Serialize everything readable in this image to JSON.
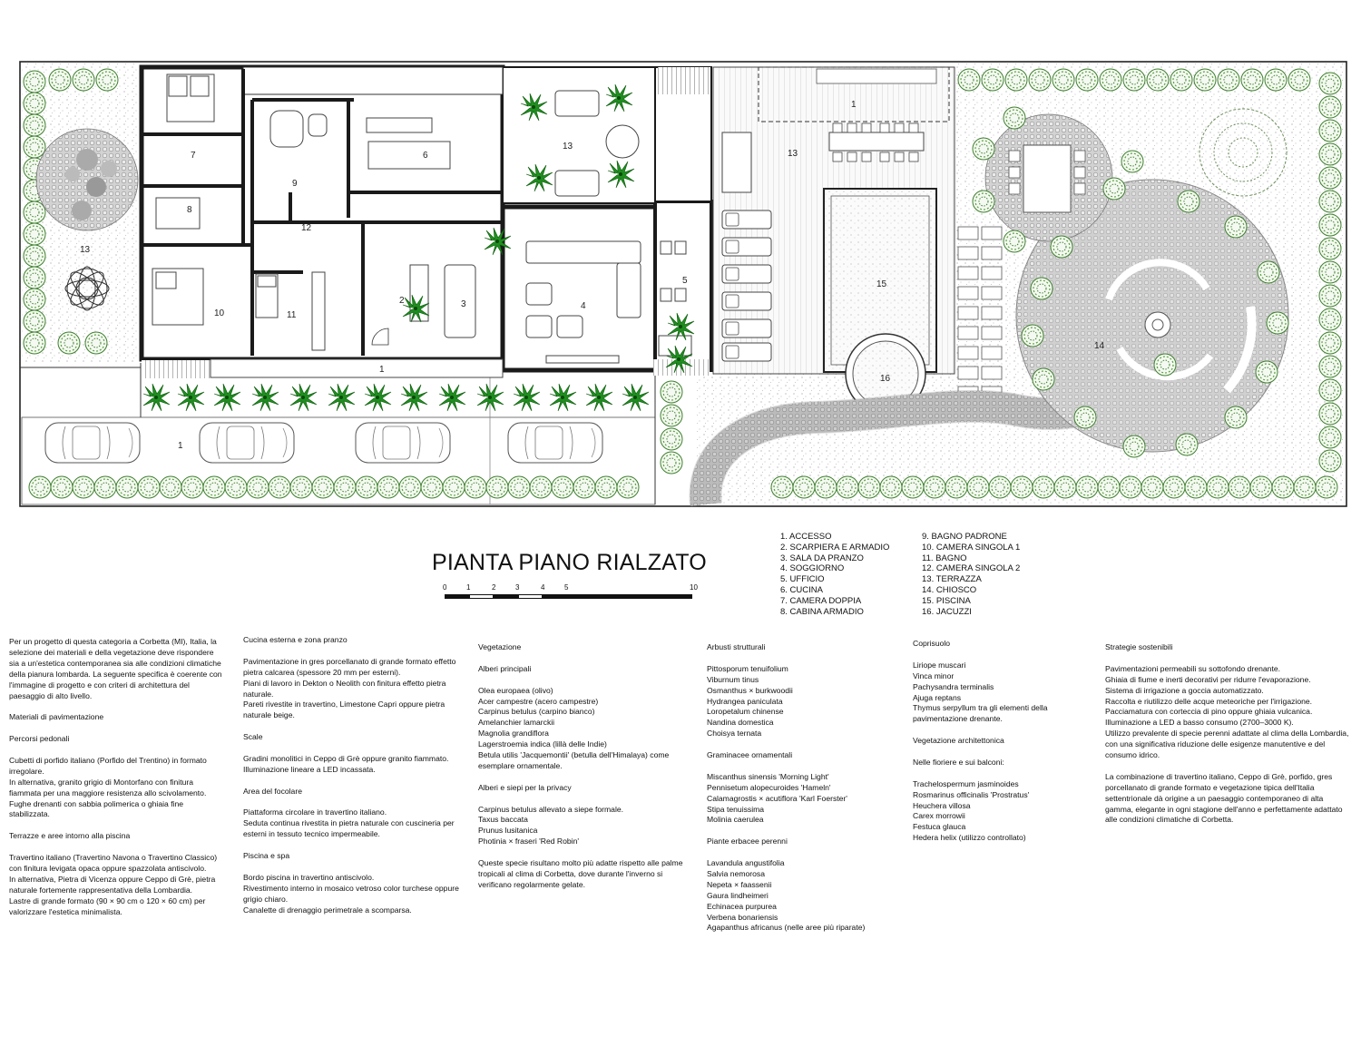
{
  "rooms": {
    "r1_top": "1",
    "r1_front": "1",
    "r1_parking": "1",
    "r2": "2",
    "r3": "3",
    "r4": "4",
    "r5": "5",
    "r6": "6",
    "r7": "7",
    "r8": "8",
    "r9": "9",
    "r10": "10",
    "r11": "11",
    "r12": "12",
    "r13_left": "13",
    "r13_terrace": "13",
    "r13_deck": "13",
    "r14": "14",
    "r15": "15",
    "r16": "16"
  },
  "title": "PIANTA PIANO RIALZATO",
  "scale": [
    "0",
    "1",
    "2",
    "3",
    "4",
    "5",
    "10"
  ],
  "legend": {
    "col1": [
      "1. ACCESSO",
      "2. SCARPIERA E ARMADIO",
      "3. SALA DA PRANZO",
      "4. SOGGIORNO",
      "5. UFFICIO",
      "6. CUCINA",
      "7. CAMERA DOPPIA",
      "8. CABINA ARMADIO"
    ],
    "col2": [
      "9. BAGNO PADRONE",
      "10. CAMERA SINGOLA 1",
      "11. BAGNO",
      "12. CAMERA SINGOLA 2",
      "13. TERRAZZA",
      "14. CHIOSCO",
      "15. PISCINA",
      "16. JACUZZI"
    ]
  },
  "notes": {
    "col1": [
      "Per un progetto di questa categoria a Corbetta (MI), Italia, la selezione dei materiali e della vegetazione deve rispondere sia a un'estetica contemporanea sia alle condizioni climatiche della pianura lombarda. La seguente specifica è coerente con l'immagine di progetto e con criteri di architettura del paesaggio di alto livello.",
      "Materiali di pavimentazione",
      "Percorsi pedonali",
      "Cubetti di porfido italiano (Porfido del Trentino) in formato irregolare.\nIn alternativa, granito grigio di Montorfano con finitura fiammata per una maggiore resistenza allo scivolamento.\nFughe drenanti con sabbia polimerica o ghiaia fine stabilizzata.",
      "Terrazze e aree intorno alla piscina",
      "Travertino italiano (Travertino Navona o Travertino Classico) con finitura levigata opaca oppure spazzolata antiscivolo.\nIn alternativa, Pietra di Vicenza oppure Ceppo di Grè, pietra naturale fortemente rappresentativa della Lombardia.\nLastre di grande formato (90 × 90 cm o 120 × 60 cm) per valorizzare l'estetica minimalista."
    ],
    "col2": [
      "Cucina esterna e zona pranzo",
      "Pavimentazione in gres porcellanato di grande formato effetto pietra calcarea (spessore 20 mm per esterni).\nPiani di lavoro in Dekton o Neolith con finitura effetto pietra naturale.\nPareti rivestite in travertino, Limestone Capri oppure pietra naturale beige.",
      "Scale",
      "Gradini monolitici in Ceppo di Grè oppure granito fiammato.\nIlluminazione lineare a LED incassata.",
      "Area del focolare",
      "Piattaforma circolare in travertino italiano.\nSeduta continua rivestita in pietra naturale con cuscineria per esterni in tessuto tecnico impermeabile.",
      "Piscina e spa",
      "Bordo piscina in travertino antiscivolo.\nRivestimento interno in mosaico vetroso color turchese oppure grigio chiaro.\nCanalette di drenaggio perimetrale a scomparsa."
    ],
    "col3": [
      "Vegetazione",
      "Alberi principali",
      "Olea europaea (olivo)\nAcer campestre (acero campestre)\nCarpinus betulus (carpino bianco)\nAmelanchier lamarckii\nMagnolia grandiflora\nLagerstroemia indica (lillà delle Indie)\nBetula utilis 'Jacquemontii' (betulla dell'Himalaya) come esemplare ornamentale.",
      "Alberi e siepi per la privacy",
      "Carpinus betulus allevato a siepe formale.\nTaxus baccata\nPrunus lusitanica\nPhotinia × fraseri 'Red Robin'",
      "Queste specie risultano molto più adatte rispetto alle palme tropicali al clima di Corbetta, dove durante l'inverno si verificano regolarmente gelate."
    ],
    "col4": [
      "Arbusti strutturali",
      "Pittosporum tenuifolium\nViburnum tinus\nOsmanthus × burkwoodii\nHydrangea paniculata\nLoropetalum chinense\nNandina domestica\nChoisya ternata",
      "Graminacee ornamentali",
      "Miscanthus sinensis 'Morning Light'\nPennisetum alopecuroides 'Hameln'\nCalamagrostis × acutiflora 'Karl Foerster'\nStipa tenuissima\nMolinia caerulea",
      "Piante erbacee perenni",
      "Lavandula angustifolia\nSalvia nemorosa\nNepeta × faassenii\nGaura lindheimeri\nEchinacea purpurea\nVerbena bonariensis\nAgapanthus africanus (nelle aree più riparate)"
    ],
    "col5": [
      "Coprisuolo",
      "Liriope muscari\nVinca minor\nPachysandra terminalis\nAjuga reptans\nThymus serpyllum tra gli elementi della pavimentazione drenante.",
      "Vegetazione architettonica",
      "Nelle fioriere e sui balconi:",
      "Trachelospermum jasminoides\nRosmarinus officinalis 'Prostratus'\nHeuchera villosa\nCarex morrowii\nFestuca glauca\nHedera helix (utilizzo controllato)"
    ],
    "col6": [
      "Strategie sostenibili",
      "Pavimentazioni permeabili su sottofondo drenante.\nGhiaia di fiume e inerti decorativi per ridurre l'evaporazione.\nSistema di irrigazione a goccia automatizzato.\nRaccolta e riutilizzo delle acque meteoriche per l'irrigazione.\nPacciamatura con corteccia di pino oppure ghiaia vulcanica.\nIlluminazione a LED a basso consumo (2700–3000 K).\nUtilizzo prevalente di specie perenni adattate al clima della Lombardia, con una significativa riduzione delle esigenze manutentive e del consumo idrico.",
      "La combinazione di travertino italiano, Ceppo di Grè, porfido, gres porcellanato di grande formato e vegetazione tipica dell'Italia settentrionale dà origine a un paesaggio contemporaneo di alta gamma, elegante in ogni stagione dell'anno e perfettamente adattato alle condizioni climatiche di Corbetta."
    ]
  }
}
